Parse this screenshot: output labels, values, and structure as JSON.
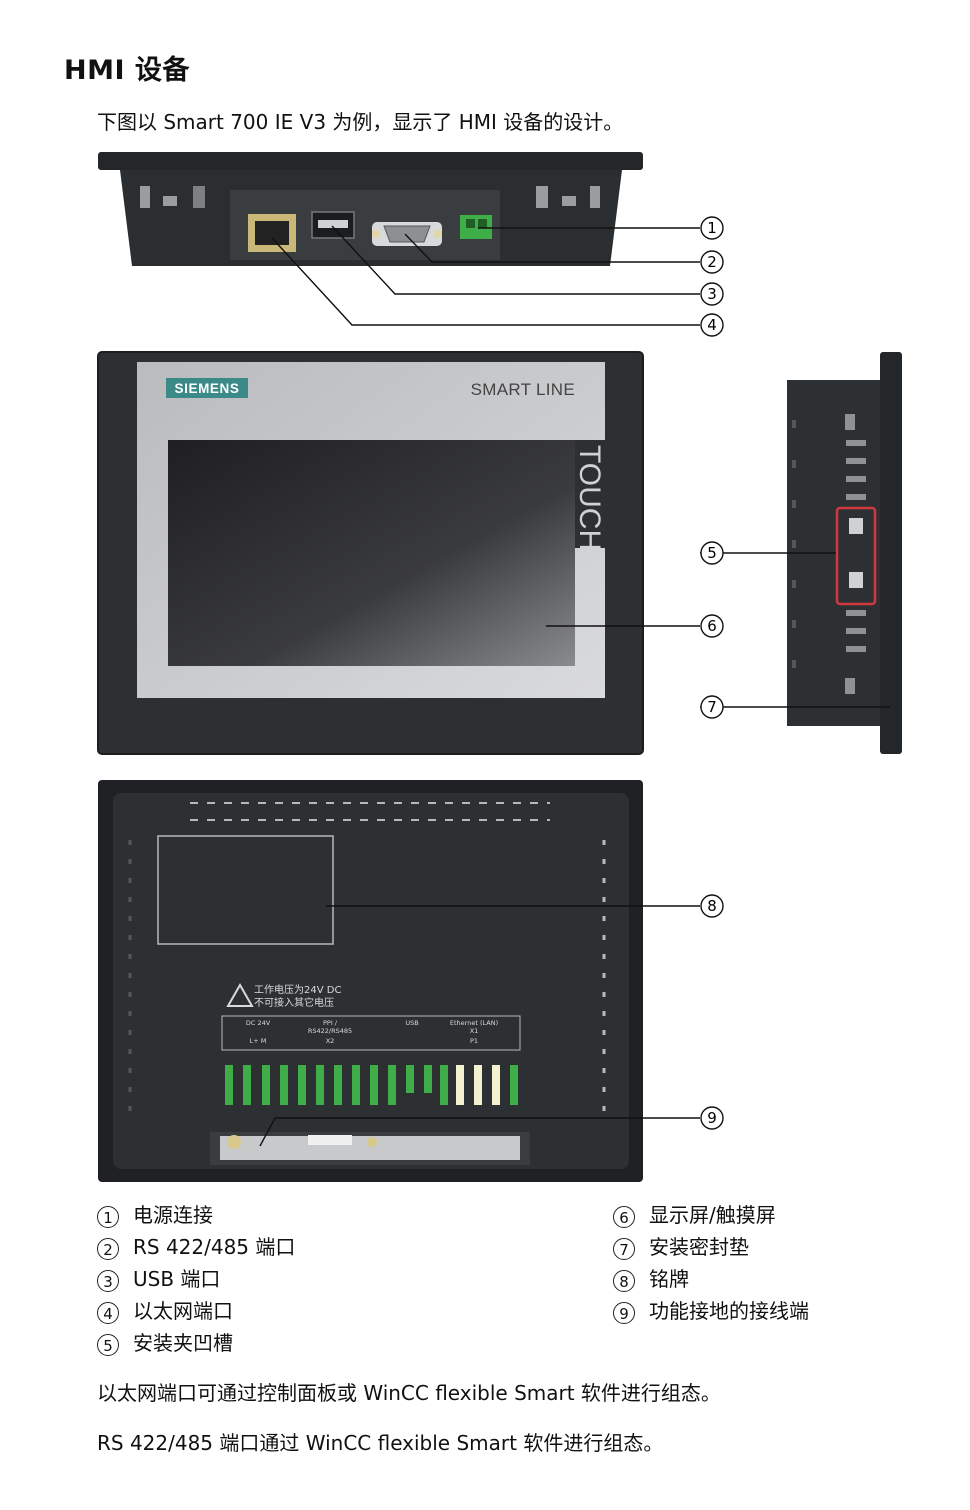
{
  "heading": "HMI 设备",
  "intro": "下图以 Smart 700 IE V3 为例，显示了 HMI 设备的设计。",
  "device": {
    "brand": "SIEMENS",
    "series": "SMART LINE",
    "touch_label": "TOUCH",
    "warning_line1": "工作电压为24V DC",
    "warning_line2": "不可接入其它电压",
    "port_labels": {
      "dc": "DC 24V",
      "dc_sub": "L+  M",
      "ppi": "PPI /",
      "ppi2": "RS422/RS485",
      "ppi_sub": "X2",
      "usb": "USB",
      "eth": "Ethernet (LAN)",
      "eth_x": "X1",
      "eth_sub": "P1"
    }
  },
  "callouts": [
    "①",
    "②",
    "③",
    "④",
    "⑤",
    "⑥",
    "⑦",
    "⑧",
    "⑨"
  ],
  "legend_left": [
    {
      "num": "①",
      "text": "电源连接"
    },
    {
      "num": "②",
      "text": "RS 422/485 端口"
    },
    {
      "num": "③",
      "text": "USB 端口"
    },
    {
      "num": "④",
      "text": "以太网端口"
    },
    {
      "num": "⑤",
      "text": "安装夹凹槽"
    }
  ],
  "legend_right": [
    {
      "num": "⑥",
      "text": "显示屏/触摸屏"
    },
    {
      "num": "⑦",
      "text": "安装密封垫"
    },
    {
      "num": "⑧",
      "text": "铭牌"
    },
    {
      "num": "⑨",
      "text": "功能接地的接线端"
    }
  ],
  "notes": [
    "以太网端口可通过控制面板或 WinCC flexible Smart 软件进行组态。",
    "RS 422/485 端口通过 WinCC flexible Smart 软件进行组态。"
  ],
  "colors": {
    "housing": "#2b2e31",
    "housing_edge": "#1b1d1f",
    "bezel": "#c7c9cb",
    "brand_bg": "#3c8a87",
    "terminal_green": "#3fae49"
  }
}
